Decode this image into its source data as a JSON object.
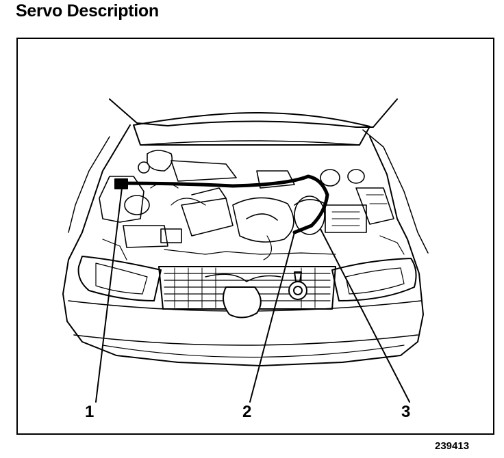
{
  "title": "Servo Description",
  "callouts": {
    "c1": "1",
    "c2": "2",
    "c3": "3"
  },
  "figure_number": "239413"
}
